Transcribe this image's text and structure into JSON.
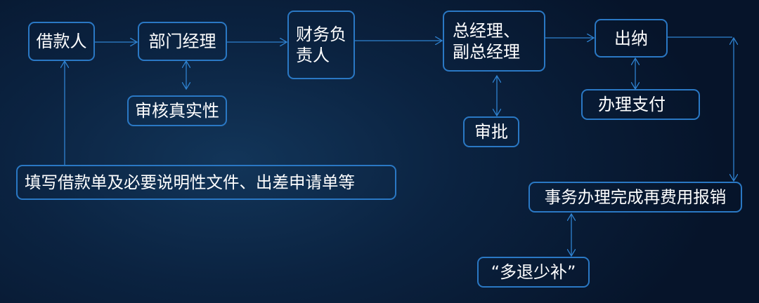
{
  "nodes": {
    "borrower": "借款人",
    "dept_manager": "部门经理",
    "finance_head_line1": "财务负",
    "finance_head_line2": "责人",
    "gm_line1": "总经理、",
    "gm_line2": "副总经理",
    "cashier": "出纳",
    "verify": "审核真实性",
    "approve": "审批",
    "pay": "办理支付",
    "fill_form": "填写借款单及必要说明性文件、出差申请单等",
    "reimburse": "事务办理完成再费用报销",
    "settle": "“多退少补”"
  },
  "colors": {
    "border": "#2a78c4",
    "arrow": "#2f82d0",
    "background": "#0b2341"
  }
}
